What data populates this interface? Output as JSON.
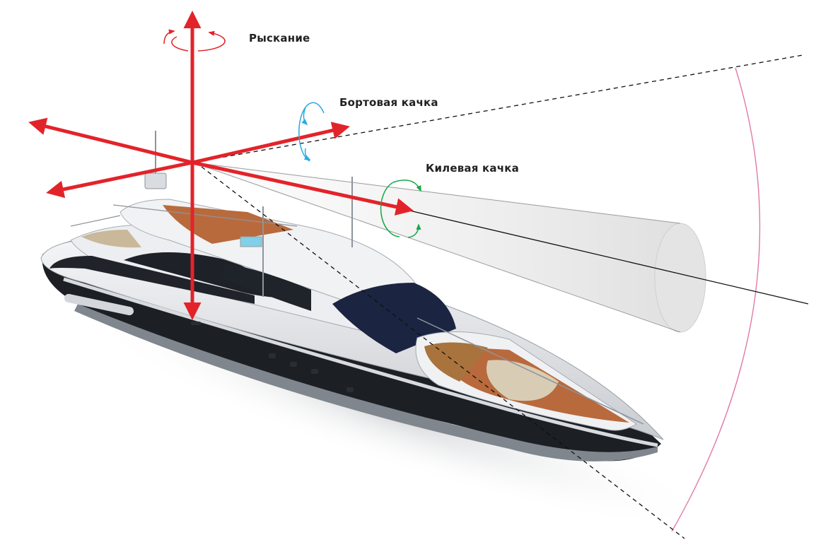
{
  "labels": {
    "yaw": "Рыскание",
    "roll": "Бортовая качка",
    "pitch": "Килевая качка"
  },
  "colors": {
    "axis_arrow": "#e3232a",
    "yaw_rotation": "#e3232a",
    "roll_rotation": "#29a9e0",
    "pitch_rotation": "#1aa64a",
    "arc": "#e07aa8",
    "guide_lines": "#111111",
    "hull_dark": "#1c1f24",
    "hull_light": "#e9ebee",
    "deck_wood": "#b86a3c",
    "glass": "#1b2440"
  },
  "icons": [
    "yaw-rotation-icon",
    "roll-rotation-icon",
    "pitch-rotation-icon"
  ]
}
